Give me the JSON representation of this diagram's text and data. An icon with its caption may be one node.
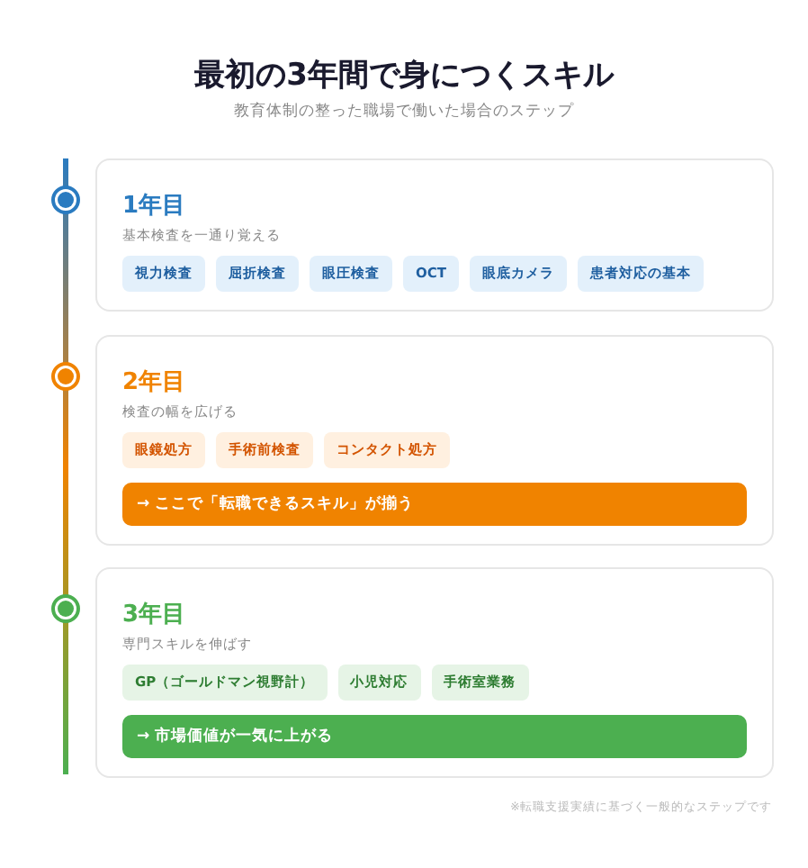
{
  "diagram": {
    "title": "最初の3年間で身につくスキル",
    "nodes": [
      {
        "text": [
          "1年目",
          "基本検査を一通り覚える"
        ]
      },
      {
        "text": [
          "視力検査"
        ],
        "in": 0
      },
      {
        "text": [
          "屈折検査"
        ],
        "in": 0
      },
      {
        "text": [
          "眼圧検査"
        ],
        "in": 0
      },
      {
        "text": [
          "OCT"
        ],
        "in": 0
      },
      {
        "text": [
          "眼底カメラ"
        ],
        "in": 0
      },
      {
        "text": [
          "患者対応の基本"
        ],
        "in": 0
      },
      {
        "text": [
          "2年目",
          "検査の幅を広げる"
        ]
      },
      {
        "text": [
          "眼鏡処方"
        ],
        "in": 7
      },
      {
        "text": [
          "手術前検査"
        ],
        "in": 7
      },
      {
        "text": [
          "コンタクト処方"
        ],
        "in": 7
      },
      {
        "text": [
          "→ ここで「転職できるスキル」が揃う"
        ],
        "in": 7
      },
      {
        "text": [
          "3年目",
          "専門スキルを伸ばす"
        ]
      },
      {
        "text": [
          "GP（ゴールドマン視野計）"
        ],
        "in": 12
      },
      {
        "text": [
          "小児対応"
        ],
        "in": 12
      },
      {
        "text": [
          "手術室業務"
        ],
        "in": 12
      },
      {
        "text": [
          "→ 市場価値が一気に上がる"
        ],
        "in": 12
      }
    ],
    "edges": [],
    "labels": [
      "教育体制の整った職場で働いた場合のステップ",
      "※転職支援実績に基づく一般的なステップです"
    ]
  }
}
